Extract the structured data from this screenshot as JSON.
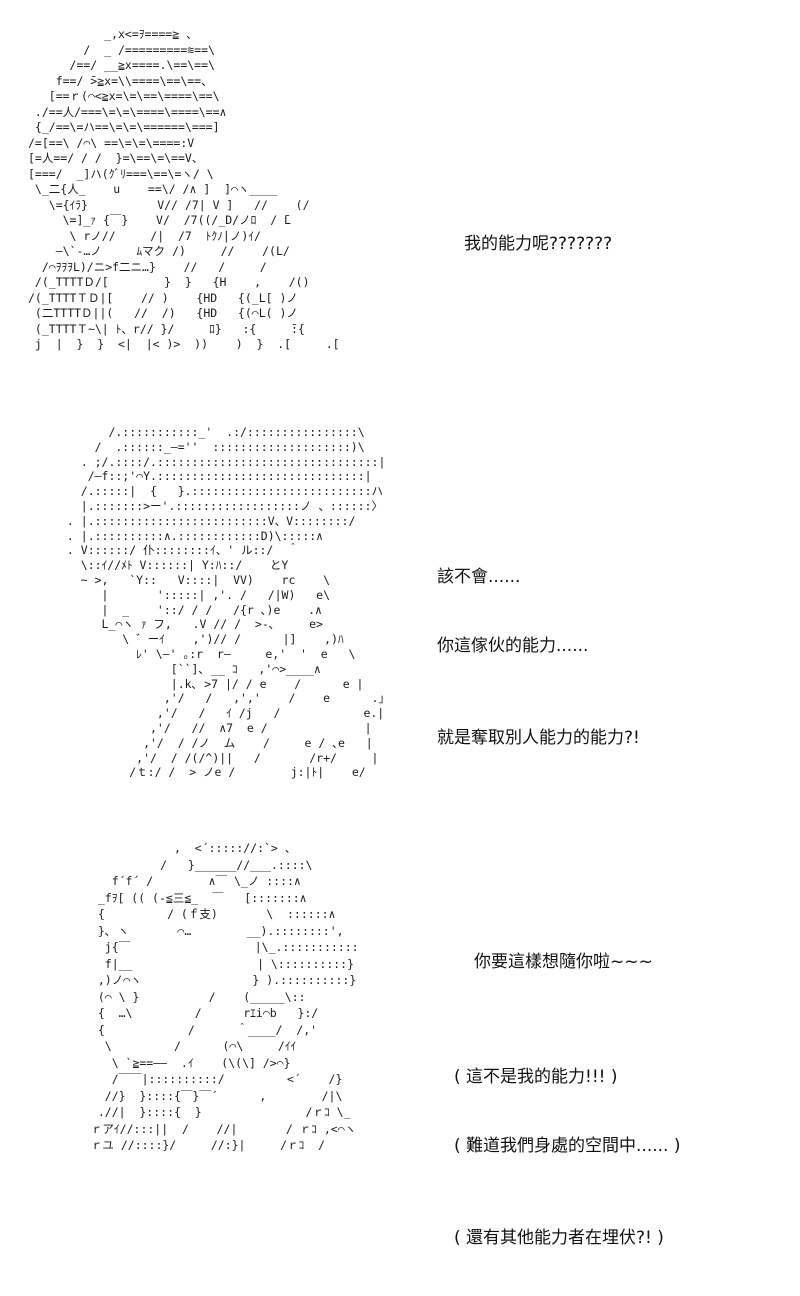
{
  "page": {
    "background_color": "#ffffff",
    "ink_color": "#1a1a1a",
    "type": "ascii-art comic page, three panels with Chinese dialogue"
  },
  "dialogues": {
    "d1": {
      "lines": [
        "我的能力呢???????"
      ]
    },
    "d2": {
      "lines": [
        "該不會......",
        "你這傢伙的能力......",
        "就是奪取別人能力的能力?!"
      ]
    },
    "d3": {
      "lines": [
        "你要這樣想隨你啦~~~",
        "( 這不是我的能力!!! )",
        "( 難道我們身處的空間中...... )",
        "( 還有其他能力者在埋伏?! )"
      ]
    }
  },
  "ascii_art": {
    "panel1": {
      "description": "character with hatched (＝) hair leaning over desk, AA art",
      "lines": [
        "           _,x<=ｦ====≧ 、",
        "        /  _ /=========≋==\\",
        "      /==/ __≧x====.\\==\\==\\",
        "    f==/ ̄>≧x=\\\\====\\==\\==、",
        "   [==ｒ(⌒<≧x=\\=\\==\\====\\==\\",
        " ./==人/===\\=\\=\\====\\====\\==∧",
        " {_/==\\=ハ==\\=\\=\\======\\===]",
        "/=[==\\ /⌒\\ ==\\=\\=\\====:V",
        "[=人==/ / /  }=\\==\\=\\==V、",
        "[===/  _]ハ(ｸﾞﾘ===\\==\\=ヽ/ \\",
        " \\_二{人_    u    ==\\/ /∧ ]  ]⌒ヽ____",
        "   \\={ｲﾗ}          V// /7| V ]   //    (/",
        "     \\=]_ｧ {￣}    V/  /7((/_D/ノﾛ  / ̄L",
        "      \\ rノ//     /|  /7  ﾄｸﾉ|ノ)ｲ/",
        "    ―\\`-…ノ     ﾑマク /)     //    /(L/",
        "  /⌒ｦｦｦL)/ニ>f二ニ…}    //   /     /",
        " /(_TTTTＤ/[        }  }   {H    ,    /()",
        "/(_TTTTＴＤ|[    // )    {HD   {(_L[ )ノ",
        " (二TTTTＤ||(   //  /)   {HD   {(⌒L( )ノ",
        " (_TTTTＴ~\\| ﾄ、r// }/     ﾛ}   :{     ̄:{",
        " j  |  }  }  <|  |< )>  ))    )  }  .[     .["
      ]
    },
    "panel2": {
      "description": "profile of character with dotted (:::) hair, hand on chin, AA art",
      "lines": [
        "       /.:::::::::::_'  .:/::::::::::::::::\\",
        "     /  .::::::_—=''  ::::::::::::::::::::)\\",
        "   . ;/.::::/.::::::::::::::::::::::::::::::::|",
        "    /—f::;'⌒Y.::::::::::::::::::::::::::::::|",
        "   /.:::::|  {   }.::::::::::::::::::::::::::ハ",
        "   |.:::::::>ー'.::::::::::::::::::ノ 、::::::〉",
        " . |.:::::::::::::::::::::::::V、V::::::::/",
        " . |.::::::::::∧.::::::::::::D)\\:::::∧",
        " . V::::::/ 仆::::::::ｲ、' ル::/  ＾",
        "   \\::ｲ//ﾒﾄ V::::::| Y:ﾊ::/    とY",
        "   ~ >,   `Y::   V::::|  VV)    rc    \\",
        "      |       ':::::| ,'. /   /|W)   e\\",
        "      |  _    '::/ / /   /{r ､)e    .∧",
        "      L_⌒ヽ ｧ フ,   .V // /  >-､     e>",
        "         \\ ゛ーｲ    ,')// /      |]    ,)ﾊ",
        "           ﾚ' \\―' ｡:r  r―     e,'  '  e   \\",
        "                [``]､ __ ｺ   ,'⌒>____∧",
        "                |.k､ >7 |/ / e    /      e |",
        "               ,'/   /   ,','    /    e      .｣",
        "              ,'/   /   ｲ /j   /            e.|",
        "             ,'/   //  ∧7  e /              |",
        "            ,'/  / /ノ  ム    /     e / ､e   |",
        "           ,'/  / /(/^)||   /       /r+/     |",
        "          /ｔ:/ /  > ノe /        j:|ﾄ|    e/"
      ]
    },
    "panel3": {
      "description": "character with dotted hair seen from behind-side, arm raised, AA art",
      "lines": [
        "             ,  <´::::://:`> 、",
        "           /   }______//___.::::\\",
        "    f´f´ /        ∧￣ \\_ノ ::::∧",
        "  _fｦ[ (( (-≦三≦_  ￣   [:::::::∧",
        "  {         / (ｆ支)       \\  ::::::∧",
        "  }､ ヽ       ⌒…        __).::::::::',",
        "   j{￣                  |\\_.:::::::::::",
        "   f|__                  | \\::::::::::}",
        "  ,)ノ⌒ヽ                } ).::::::::::}",
        "  (⌒ \\ }          /    (_____\\::",
        "  {  …\\         /      rｴi⌒b   }:/",
        "  {            /      ＾____/  /,'",
        "   \\         /      (⌒\\     /ｲｲ",
        "    \\ `≧==――  .ｲ    (\\(\\] />⌒}",
        "    /￣￣|::::::::::/         <´    /}",
        "   //}  }::::{￣}￣´      ,        /|\\",
        "  .//|  }::::{  }               /ｒｺ \\_",
        " ｒアｲ//:::||  /    //|       / ｒｺ ,<⌒ヽ",
        " ｒユ //::::}/     //:}|     /ｒｺ  /"
      ]
    }
  }
}
